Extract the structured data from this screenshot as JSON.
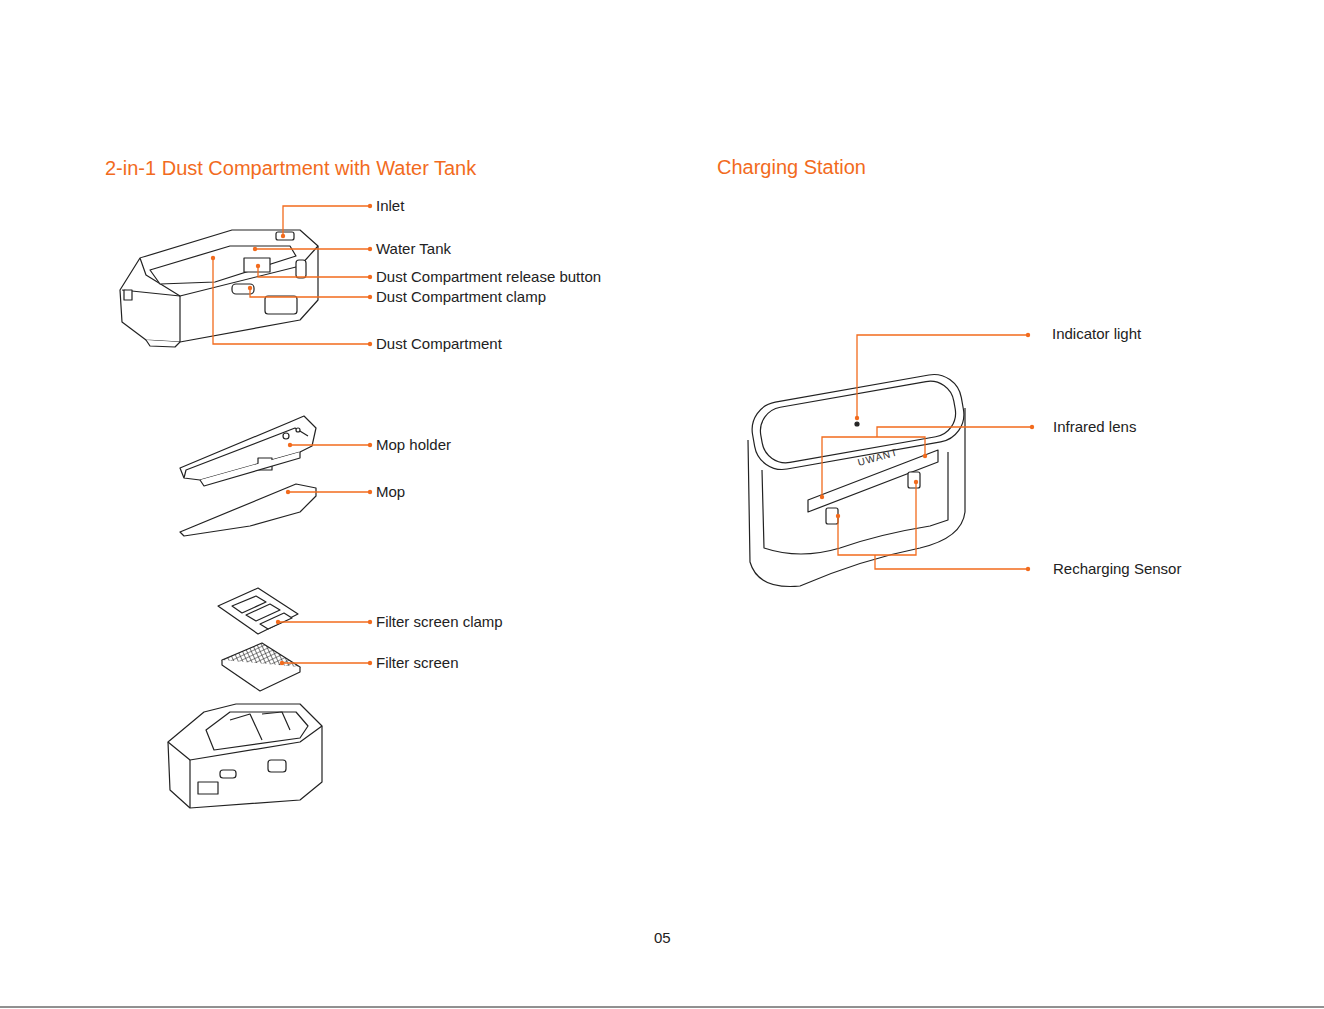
{
  "diagram": {
    "labels": [
      "2-in-1 Dust Compartment with Water Tank",
      "Inlet",
      "Water Tank",
      "Dust Compartment release button",
      "Dust Compartment clamp",
      "Dust Compartment",
      "Mop holder",
      "Mop",
      "Filter screen clamp",
      "Filter screen",
      "Charging Station",
      "Indicator light",
      "Infrared lens",
      "Recharging Sensor",
      "UWANT",
      "05"
    ]
  }
}
